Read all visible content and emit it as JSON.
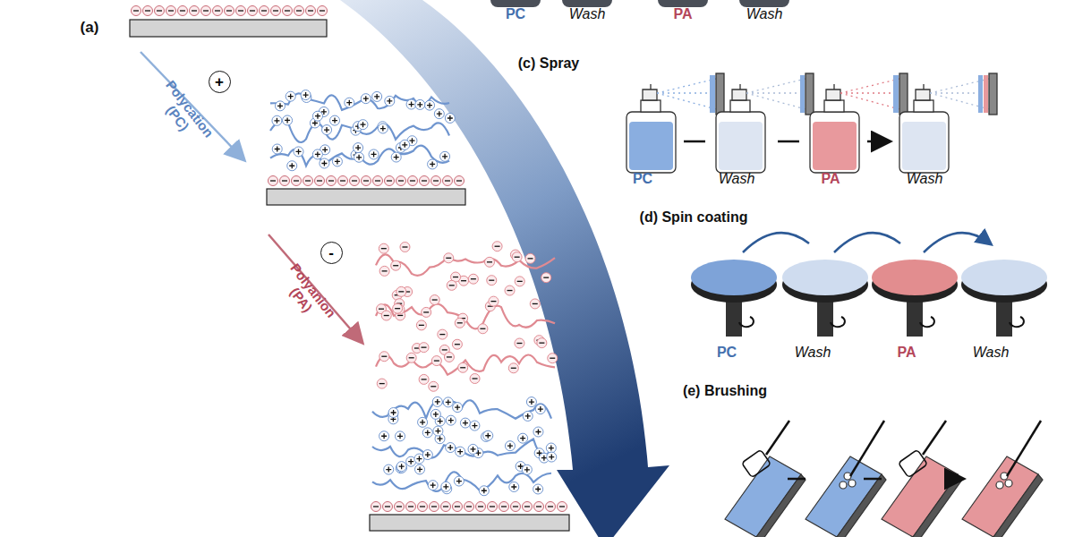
{
  "diagram": {
    "nodes": [
      {
        "text": [
          "+"
        ]
      },
      {
        "text": [
          "-"
        ]
      }
    ],
    "labels": [
      "PC",
      "Wash",
      "PA",
      "Wash",
      "(a)",
      "Polycation (PC)",
      "Polyanion (PA)",
      "(c) Spray",
      "PC",
      "Wash",
      "PA",
      "Wash",
      "(d) Spin coating",
      "PC",
      "Wash",
      "PA",
      "Wash",
      "(e) Brushing"
    ]
  }
}
